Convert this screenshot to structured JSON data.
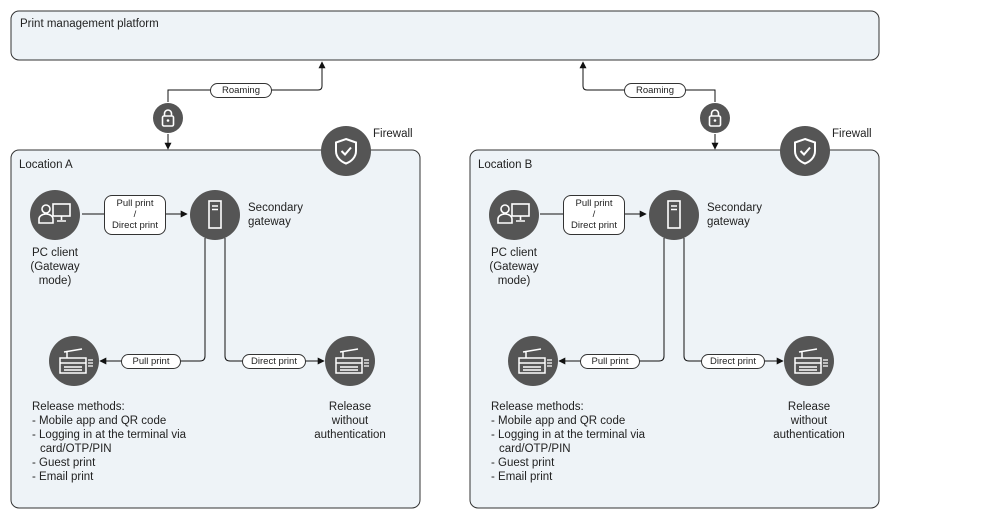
{
  "platform": {
    "title": "Print management platform"
  },
  "connectors": {
    "roaming": "Roaming",
    "pull_print": "Pull print",
    "direct_print": "Direct print"
  },
  "pill_pull_direct": {
    "line1": "Pull print",
    "line2": "/",
    "line3": "Direct print"
  },
  "firewall": {
    "label": "Firewall"
  },
  "locations": [
    {
      "title": "Location A",
      "pc_client": {
        "line1": "PC client",
        "line2": "(Gateway",
        "line3": "mode)"
      },
      "gateway": {
        "line1": "Secondary",
        "line2": "gateway"
      },
      "release_methods": {
        "heading": "Release methods:",
        "items": [
          "- Mobile app and QR code",
          "- Logging in at the terminal via",
          "card/OTP/PIN",
          "- Guest print",
          "- Email print"
        ]
      },
      "release_noauth": {
        "line1": "Release",
        "line2": "without",
        "line3": "authentication"
      }
    },
    {
      "title": "Location B",
      "pc_client": {
        "line1": "PC client",
        "line2": "(Gateway",
        "line3": "mode)"
      },
      "gateway": {
        "line1": "Secondary",
        "line2": "gateway"
      },
      "release_methods": {
        "heading": "Release methods:",
        "items": [
          "- Mobile app and QR code",
          "- Logging in at the terminal via",
          "card/OTP/PIN",
          "- Guest print",
          "- Email print"
        ]
      },
      "release_noauth": {
        "line1": "Release",
        "line2": "without",
        "line3": "authentication"
      }
    }
  ]
}
